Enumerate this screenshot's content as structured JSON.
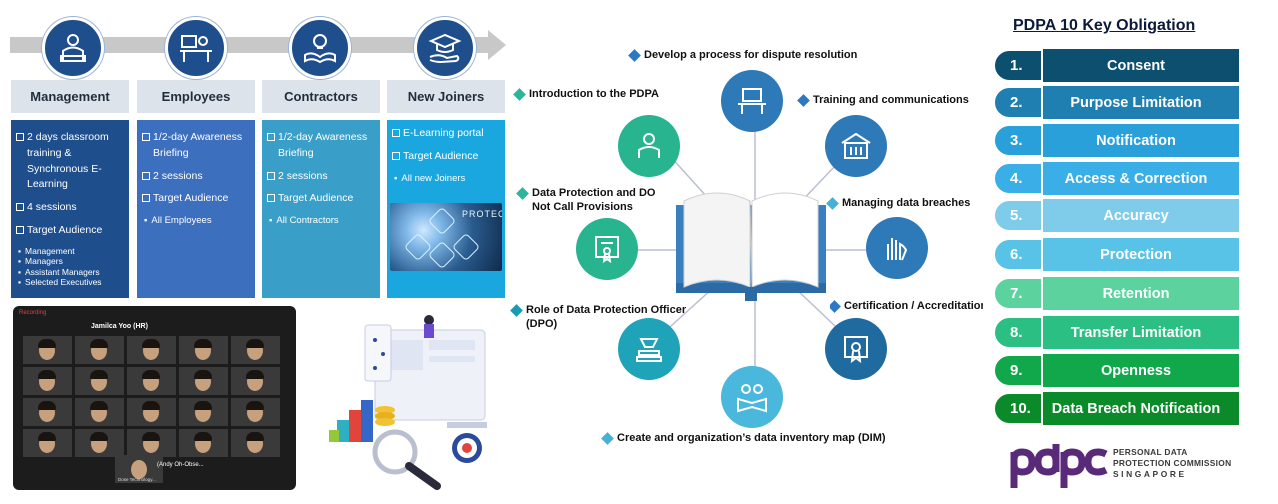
{
  "audiences": [
    {
      "title": "Management",
      "icon": "teacher-icon",
      "items": [
        "2 days classroom training & Synchronous E-Learning",
        "4 sessions",
        "Target Audience"
      ],
      "subitems": [
        "Management",
        "Managers",
        "Assistant Managers",
        "Selected Executives"
      ]
    },
    {
      "title": "Employees",
      "icon": "desk-worker-icon",
      "items": [
        "1/2-day Awareness Briefing",
        "2 sessions",
        "Target Audience"
      ],
      "subitem": "All Employees"
    },
    {
      "title": "Contractors",
      "icon": "lightbulb-book-icon",
      "items": [
        "1/2-day Awareness Briefing",
        "2 sessions",
        "Target Audience"
      ],
      "subitem": "All Contractors"
    },
    {
      "title": "New Joiners",
      "icon": "graduation-hand-icon",
      "items": [
        "E-Learning portal",
        "Target Audience"
      ],
      "subitem": "All new Joiners"
    }
  ],
  "tech_image_text": "PROTEC",
  "zoom": {
    "recording_label": "Recording",
    "featured_name": "Jamilca Yoo (HR)",
    "bottom_name": "(Andy  Oh-Obse...",
    "bottom_sub": "Dose Technology..."
  },
  "wheel": {
    "topics": [
      "Develop a process for dispute resolution",
      "Training and communications",
      "Managing data breaches",
      "Certification / Accreditation",
      "Create and organization’s data inventory map (DIM)",
      "Role of Data Protection Officer (DPO)",
      "Data Protection and DO Not Call Provisions",
      "Introduction to  the PDPA"
    ]
  },
  "pdpa": {
    "title": "PDPA 10 Key Obligation",
    "obligations": [
      {
        "num": "1.",
        "label": "Consent",
        "color": "#0d4f6e"
      },
      {
        "num": "2.",
        "label": "Purpose Limitation",
        "color": "#1f7fb0"
      },
      {
        "num": "3.",
        "label": "Notification",
        "color": "#2aa0da"
      },
      {
        "num": "4.",
        "label": "Access & Correction",
        "color": "#3aaee6"
      },
      {
        "num": "5.",
        "label": "Accuracy",
        "color": "#7fcbea"
      },
      {
        "num": "6.",
        "label": "Protection",
        "color": "#58c3e6"
      },
      {
        "num": "7.",
        "label": "Retention",
        "color": "#5cd39e"
      },
      {
        "num": "8.",
        "label": "Transfer Limitation",
        "color": "#2bbf83"
      },
      {
        "num": "9.",
        "label": "Openness",
        "color": "#10a84a"
      },
      {
        "num": "10.",
        "label": "Data Breach Notification",
        "color": "#0b8a2a"
      }
    ]
  },
  "logo": {
    "mark": "pdpc",
    "text_line1": "PERSONAL DATA",
    "text_line2": "PROTECTION COMMISSION",
    "text_line3": "SINGAPORE",
    "color": "#5a2a7a"
  }
}
